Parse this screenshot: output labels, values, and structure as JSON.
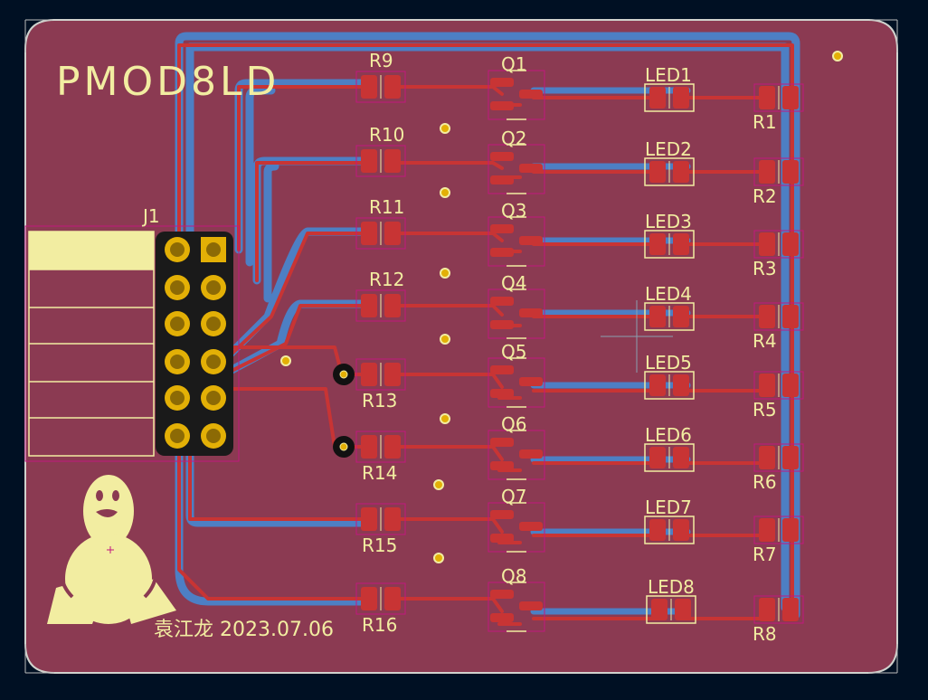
{
  "board": {
    "title": "PMOD8LD",
    "signature": "袁江龙 2023.07.06",
    "logo": "tux-penguin-logo"
  },
  "colors": {
    "background": "#001023",
    "board_fill": "#8b3a52",
    "board_edge": "#d0d2cd",
    "copper_front": "#c83434",
    "copper_back": "#4d7fc4",
    "silkscreen": "#f2eda1",
    "courtyard": "#c2187f",
    "via": "#e3b006"
  },
  "connector": {
    "ref": "J1"
  },
  "rows": [
    {
      "resistor_left": "R9",
      "transistor": "Q1",
      "led": "LED1",
      "resistor_right": "R1"
    },
    {
      "resistor_left": "R10",
      "transistor": "Q2",
      "led": "LED2",
      "resistor_right": "R2"
    },
    {
      "resistor_left": "R11",
      "transistor": "Q3",
      "led": "LED3",
      "resistor_right": "R3"
    },
    {
      "resistor_left": "R12",
      "transistor": "Q4",
      "led": "LED4",
      "resistor_right": "R4"
    },
    {
      "resistor_left": "R13",
      "transistor": "Q5",
      "led": "LED5",
      "resistor_right": "R5"
    },
    {
      "resistor_left": "R14",
      "transistor": "Q6",
      "led": "LED6",
      "resistor_right": "R6"
    },
    {
      "resistor_left": "R15",
      "transistor": "Q7",
      "led": "LED7",
      "resistor_right": "R7"
    },
    {
      "resistor_left": "R16",
      "transistor": "Q8",
      "led": "LED8",
      "resistor_right": "R8"
    }
  ]
}
